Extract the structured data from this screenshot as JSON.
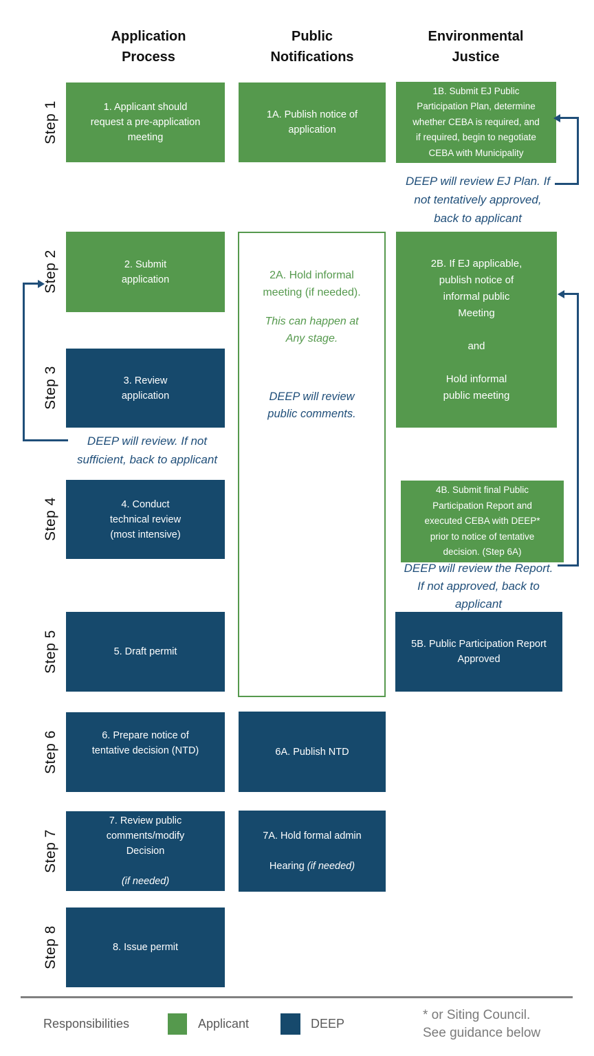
{
  "headers": {
    "col1": "Application\nProcess",
    "col2": "Public\nNotifications",
    "col3": "Environmental\nJustice"
  },
  "steps": {
    "s1": "Step 1",
    "s2": "Step 2",
    "s3": "Step 3",
    "s4": "Step 4",
    "s5": "Step 5",
    "s6": "Step 6",
    "s7": "Step 7",
    "s8": "Step 8"
  },
  "boxes": {
    "b1": "1. Applicant should\nrequest a pre-application\nmeeting",
    "b1a": "1A. Publish notice of\napplication",
    "b1b": "1B. Submit EJ Public\nParticipation Plan, determine\nwhether CEBA is required, and\nif required, begin to negotiate\nCEBA with Municipality",
    "b2": "2. Submit\napplication",
    "b2a_main": "2A. Hold informal\nmeeting (if needed).",
    "b2a_italic": "This can happen at\nAny stage.",
    "b2a_deep": "DEEP will review\npublic comments.",
    "b2b": "2B. If EJ applicable,\npublish notice of\ninformal public\nMeeting\n\nand\n\nHold informal\npublic meeting",
    "b3": "3. Review\napplication",
    "b4": "4. Conduct\ntechnical review\n(most intensive)",
    "b4b": "4B. Submit final Public\nParticipation Report and\nexecuted CEBA with DEEP*\nprior to notice of tentative\ndecision. (Step 6A)",
    "b5": "5. Draft permit",
    "b5b": "5B. Public Participation Report\nApproved",
    "b6": "6. Prepare notice of\ntentative decision (NTD)",
    "b6a": "6A. Publish NTD",
    "b7_main": "7. Review public\ncomments/modify\nDecision",
    "b7_italic": "(if needed)",
    "b7a_line1": "7A. Hold formal admin",
    "b7a_line2_prefix": "Hearing ",
    "b7a_line2_italic": "(if needed)",
    "b8": "8. Issue permit"
  },
  "annotations": {
    "a1": "DEEP will review EJ Plan. If\nnot tentatively approved,\nback to applicant",
    "a2": "DEEP will review the Report.\nIf not approved, back to\napplicant",
    "a3": "DEEP will review. If not\nsufficient, back to applicant"
  },
  "legend": {
    "title": "Responsibilities",
    "applicant_label": "Applicant",
    "deep_label": "DEEP",
    "note": "* or Siting Council.\nSee guidance below"
  },
  "colors": {
    "applicant_green": "#55994D",
    "deep_blue": "#16496C",
    "annotation_blue": "#1F4E79",
    "legend_gray": "#595959",
    "rule_gray": "#808080",
    "note_gray": "#7a7a7a"
  }
}
